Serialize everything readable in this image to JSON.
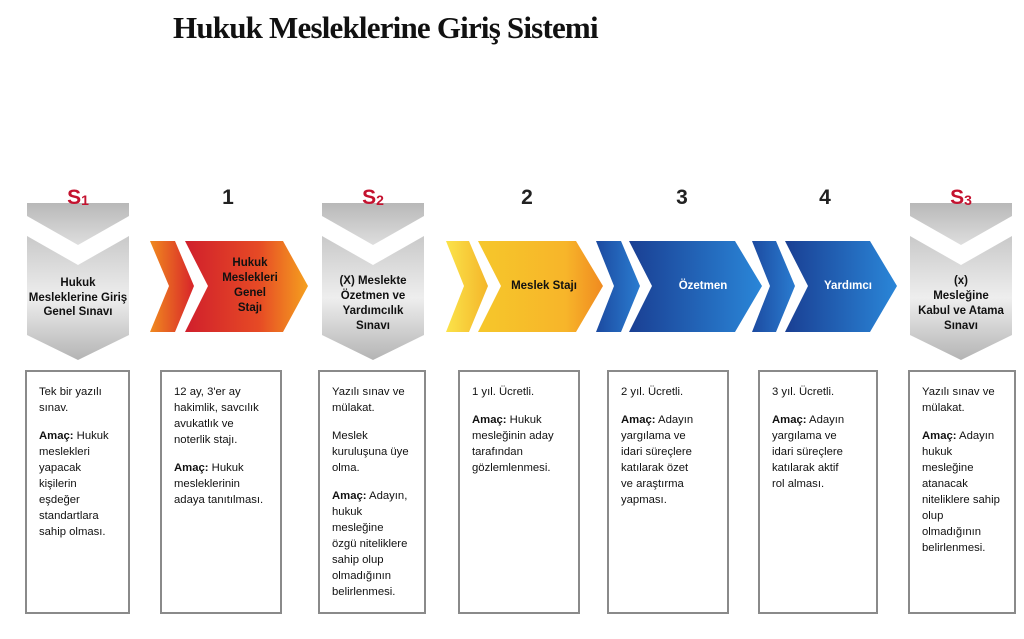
{
  "title": "Hukuk Mesleklerine Giriş Sistemi",
  "colors": {
    "grey_light": "#d8d8d8",
    "grey_dark": "#9e9e9e",
    "red": "#d8242a",
    "orange": "#f39a1d",
    "yellow": "#f7cf2a",
    "blue_dark": "#1c4aa0",
    "blue": "#1f72c9",
    "accent_red": "#c4122f"
  },
  "steps": [
    {
      "kind": "exam",
      "label_main": "S",
      "label_sub": "1",
      "shape_text": "Hukuk\nMesleklerine Giriş\nGenel Sınavı",
      "box": [
        {
          "text": "Tek bir yazılı\nsınav."
        },
        {
          "lead": "Amaç:",
          "text": " Hukuk\nmeslekleri\nyapacak kişilerin\neşdeğer\nstandartlara\nsahip olması."
        }
      ]
    },
    {
      "kind": "stage",
      "label_main": "1",
      "label_sub": "",
      "shape_text": "Hukuk\nMeslekleri\nGenel\nStajı",
      "box": [
        {
          "text": "12 ay, 3'er ay\nhakimlik, savcılık\navukatlık ve\nnoterlik stajı."
        },
        {
          "lead": "Amaç:",
          "text": " Hukuk\nmesleklerinin\nadaya tanıtılması."
        }
      ]
    },
    {
      "kind": "exam",
      "label_main": "S",
      "label_sub": "2",
      "shape_text": "(X) Meslekte\nÖzetmen ve\nYardımcılık\nSınavı",
      "box": [
        {
          "text": "Yazılı sınav ve\nmülakat."
        },
        {
          "text": "Meslek\nkuruluşuna üye\nolma."
        },
        {
          "lead": "Amaç:",
          "text": " Adayın,\nhukuk mesleğine\nözgü niteliklere\nsahip olup\nolmadığının\nbelirlenmesi."
        }
      ]
    },
    {
      "kind": "stage",
      "label_main": "2",
      "label_sub": "",
      "shape_text": "Meslek Stajı",
      "box": [
        {
          "text": "1 yıl. Ücretli."
        },
        {
          "lead": "Amaç:",
          "text": " Hukuk\nmesleğinin aday\ntarafından\ngözlemlenmesi."
        }
      ]
    },
    {
      "kind": "stage",
      "label_main": "3",
      "label_sub": "",
      "shape_text": "Özetmen",
      "box": [
        {
          "text": "2 yıl. Ücretli."
        },
        {
          "lead": "Amaç:",
          "text": " Adayın\nyargılama ve\nidari süreçlere\nkatılarak özet\nve araştırma\nyapması."
        }
      ]
    },
    {
      "kind": "stage",
      "label_main": "4",
      "label_sub": "",
      "shape_text": "Yardımcı",
      "box": [
        {
          "text": "3 yıl. Ücretli."
        },
        {
          "lead": "Amaç:",
          "text": " Adayın\nyargılama ve\nidari süreçlere\nkatılarak aktif\nrol alması."
        }
      ]
    },
    {
      "kind": "exam",
      "label_main": "S",
      "label_sub": "3",
      "shape_text": "(x)\nMesleğine\nKabul ve Atama\nSınavı",
      "box": [
        {
          "text": "Yazılı sınav ve\nmülakat."
        },
        {
          "lead": "Amaç:",
          "text": " Adayın\nhukuk mesleğine\natanacak\nniteliklere sahip\nolup olmadığının\nbelirlenmesi."
        }
      ]
    }
  ]
}
